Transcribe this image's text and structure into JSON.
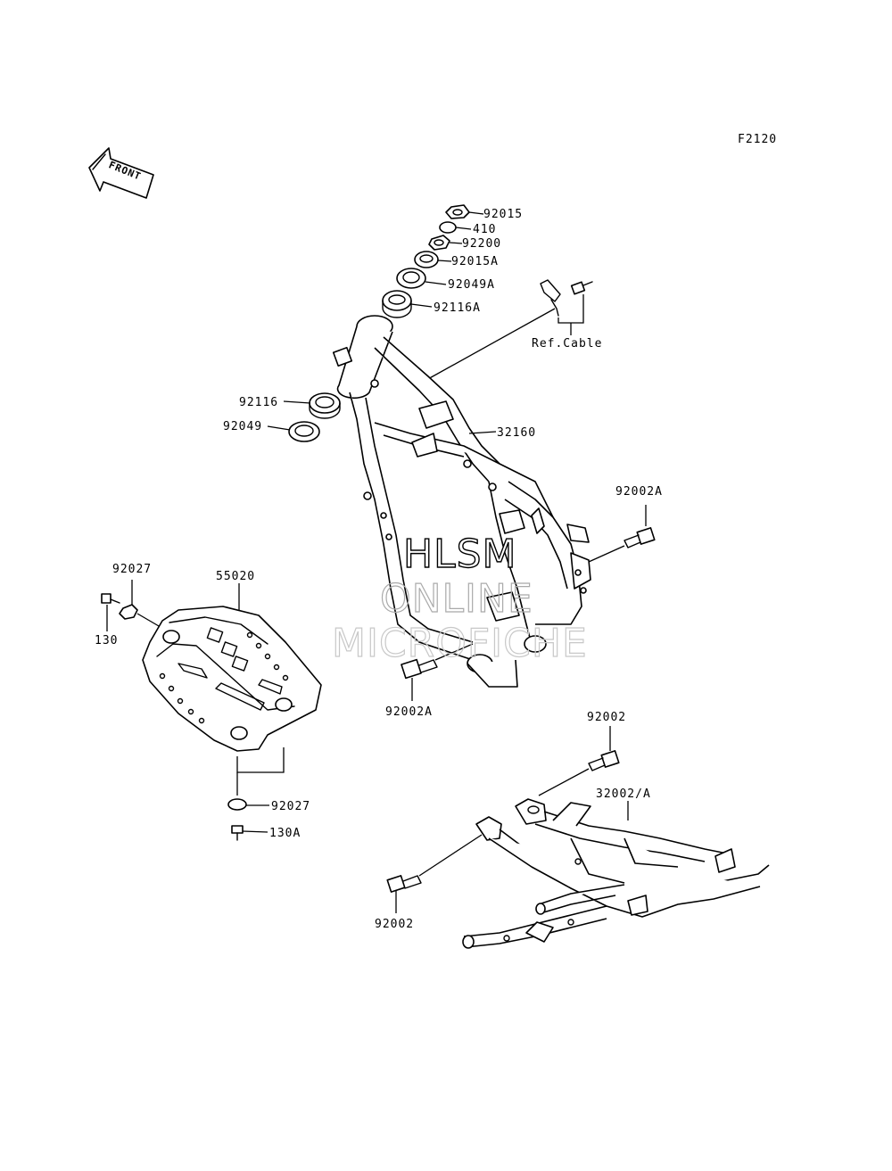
{
  "diagram_code": "F2120",
  "front_arrow_text": "FRONT",
  "watermark": [
    "HLSM",
    "ONLINE",
    "MICROFICHE"
  ],
  "ref_cable": "Ref.Cable",
  "parts": {
    "p92015": "92015",
    "p410": "410",
    "p92200": "92200",
    "p92015A": "92015A",
    "p92049A": "92049A",
    "p92116A": "92116A",
    "p92116": "92116",
    "p92049": "92049",
    "p32160": "32160",
    "p92002A_top": "92002A",
    "p92002A_bottom": "92002A",
    "p92027_top": "92027",
    "p55020": "55020",
    "p130": "130",
    "p92027_bottom": "92027",
    "p130A": "130A",
    "p92002_top": "92002",
    "p32002A": "32002/A",
    "p92002_bottom": "92002"
  }
}
